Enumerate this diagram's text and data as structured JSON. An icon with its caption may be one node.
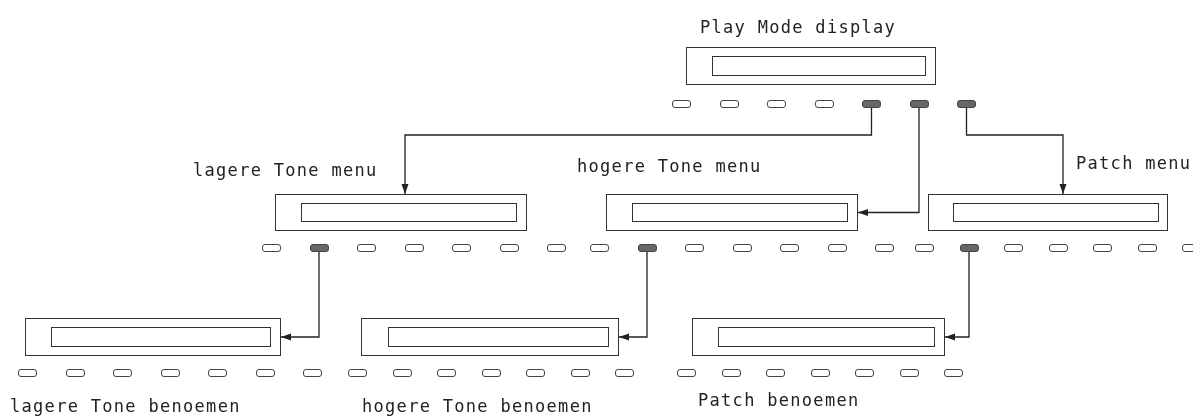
{
  "diagram": {
    "nodes": [
      {
        "text": [
          "Play Mode display"
        ]
      },
      {
        "text": [
          "lagere Tone menu"
        ]
      },
      {
        "text": [
          "hogere Tone menu"
        ]
      },
      {
        "text": [
          "Patch menu"
        ]
      },
      {
        "text": [
          "lagere Tone benoemen"
        ]
      },
      {
        "text": [
          "hogere Tone benoemen"
        ]
      },
      {
        "text": [
          "Patch benoemen"
        ]
      }
    ],
    "edges": [
      {
        "from": 0,
        "to": 1,
        "arrow": "to"
      },
      {
        "from": 0,
        "to": 2,
        "arrow": "to"
      },
      {
        "from": 0,
        "to": 3,
        "arrow": "to"
      },
      {
        "from": 1,
        "to": 4,
        "arrow": "to"
      },
      {
        "from": 2,
        "to": 5,
        "arrow": "to"
      },
      {
        "from": 3,
        "to": 6,
        "arrow": "to"
      }
    ]
  }
}
